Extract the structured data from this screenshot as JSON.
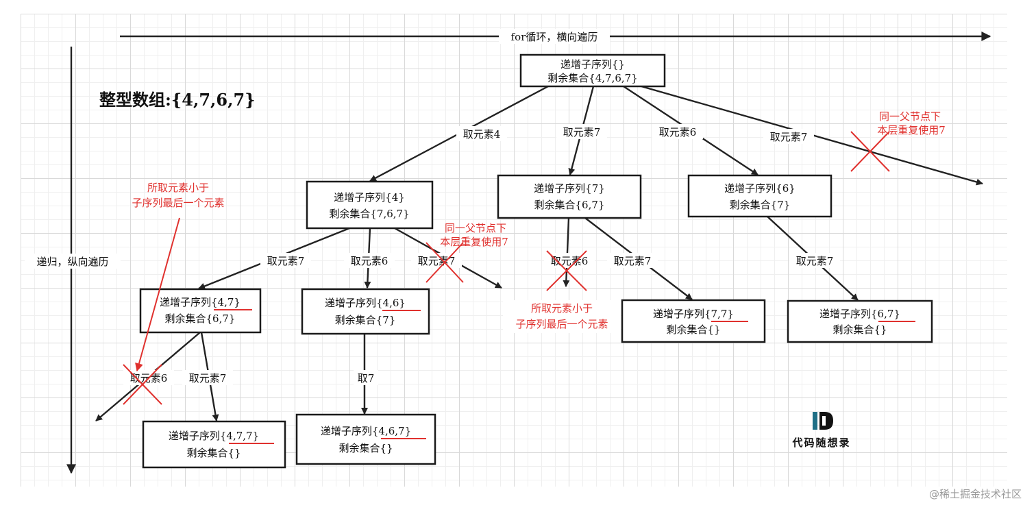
{
  "title": "整型数组:{4,7,6,7}",
  "axes": {
    "horizontal": "for循环，横向遍历",
    "vertical": "递归，纵向遍历"
  },
  "nodes": {
    "root": {
      "line1": "递增子序列{}",
      "line2": "剩余集合{4,7,6,7}"
    },
    "n4": {
      "line1": "递增子序列{4}",
      "line2": "剩余集合{7,6,7}"
    },
    "n7": {
      "line1": "递增子序列{7}",
      "line2": "剩余集合{6,7}"
    },
    "n6": {
      "line1": "递增子序列{6}",
      "line2": "剩余集合{7}"
    },
    "n47": {
      "line1": "递增子序列{4,7}",
      "line2": "剩余集合{6,7}"
    },
    "n46": {
      "line1": "递增子序列{4,6}",
      "line2": "剩余集合{7}"
    },
    "n77": {
      "line1": "递增子序列{7,7}",
      "line2": "剩余集合{}"
    },
    "n67": {
      "line1": "递增子序列{6,7}",
      "line2": "剩余集合{}"
    },
    "n477": {
      "line1": "递增子序列{4,7,7}",
      "line2": "剩余集合{}"
    },
    "n467": {
      "line1": "递增子序列{4,6,7}",
      "line2": "剩余集合{}"
    }
  },
  "edges": {
    "root_n4": "取元素4",
    "root_n7": "取元素7",
    "root_n6": "取元素6",
    "root_dup": "取元素7",
    "n4_n47": "取元素7",
    "n4_n46": "取元素6",
    "n4_dup": "取元素7",
    "n7_x6": "取元素6",
    "n7_n77": "取元素7",
    "n6_n67": "取元素7",
    "n47_x6": "取元素6",
    "n47_n477": "取元素7",
    "n46_n467": "取7"
  },
  "annotations": {
    "dup_top_1": "同一父节点下",
    "dup_top_2": "本层重复使用7",
    "dup_mid_1": "同一父节点下",
    "dup_mid_2": "本层重复使用7",
    "less_left_1": "所取元素小于",
    "less_left_2": "子序列最后一个元素",
    "less_mid_1": "所取元素小于",
    "less_mid_2": "子序列最后一个元素"
  },
  "logo": {
    "text": "代码随想录",
    "mark": "D"
  },
  "watermark": "@稀土掘金技术社区",
  "colors": {
    "annotation": "#e0312e",
    "logo_teal": "#1f6f86"
  }
}
